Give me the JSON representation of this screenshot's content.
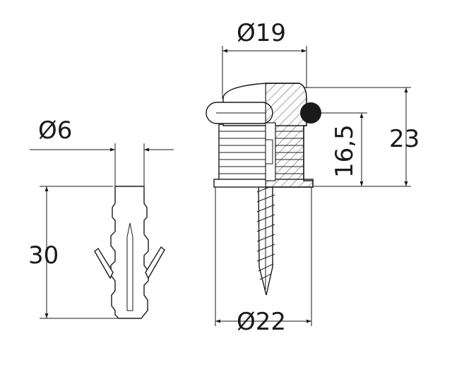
{
  "dimensions": {
    "plug_diameter": "Ø6",
    "plug_length": "30",
    "cap_diameter": "Ø19",
    "hole_diameter": "Ø22",
    "body_height": "16,5",
    "total_height": "23"
  }
}
